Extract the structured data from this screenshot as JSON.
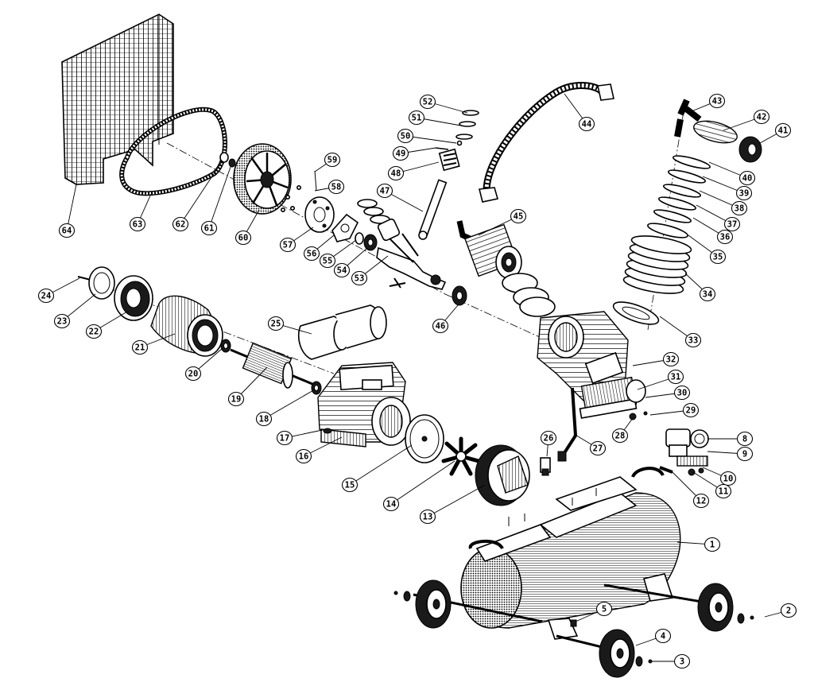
{
  "callouts": [
    {
      "number": "1"
    },
    {
      "number": "2"
    },
    {
      "number": "3"
    },
    {
      "number": "4"
    },
    {
      "number": "5"
    },
    {
      "number": "8"
    },
    {
      "number": "9"
    },
    {
      "number": "10"
    },
    {
      "number": "11"
    },
    {
      "number": "12"
    },
    {
      "number": "13"
    },
    {
      "number": "14"
    },
    {
      "number": "15"
    },
    {
      "number": "16"
    },
    {
      "number": "17"
    },
    {
      "number": "18"
    },
    {
      "number": "19"
    },
    {
      "number": "20"
    },
    {
      "number": "21"
    },
    {
      "number": "22"
    },
    {
      "number": "23"
    },
    {
      "number": "24"
    },
    {
      "number": "25"
    },
    {
      "number": "26"
    },
    {
      "number": "27"
    },
    {
      "number": "28"
    },
    {
      "number": "29"
    },
    {
      "number": "30"
    },
    {
      "number": "31"
    },
    {
      "number": "32"
    },
    {
      "number": "33"
    },
    {
      "number": "34"
    },
    {
      "number": "35"
    },
    {
      "number": "36"
    },
    {
      "number": "37"
    },
    {
      "number": "38"
    },
    {
      "number": "39"
    },
    {
      "number": "40"
    },
    {
      "number": "41"
    },
    {
      "number": "42"
    },
    {
      "number": "43"
    },
    {
      "number": "44"
    },
    {
      "number": "45"
    },
    {
      "number": "46"
    },
    {
      "number": "47"
    },
    {
      "number": "48"
    },
    {
      "number": "49"
    },
    {
      "number": "50"
    },
    {
      "number": "51"
    },
    {
      "number": "52"
    },
    {
      "number": "53"
    },
    {
      "number": "54"
    },
    {
      "number": "55"
    },
    {
      "number": "56"
    },
    {
      "number": "57"
    },
    {
      "number": "58"
    },
    {
      "number": "59"
    },
    {
      "number": "60"
    },
    {
      "number": "61"
    },
    {
      "number": "62"
    },
    {
      "number": "63"
    },
    {
      "number": "64"
    }
  ],
  "colors": {
    "ink": "#000000",
    "paper": "#ffffff"
  }
}
